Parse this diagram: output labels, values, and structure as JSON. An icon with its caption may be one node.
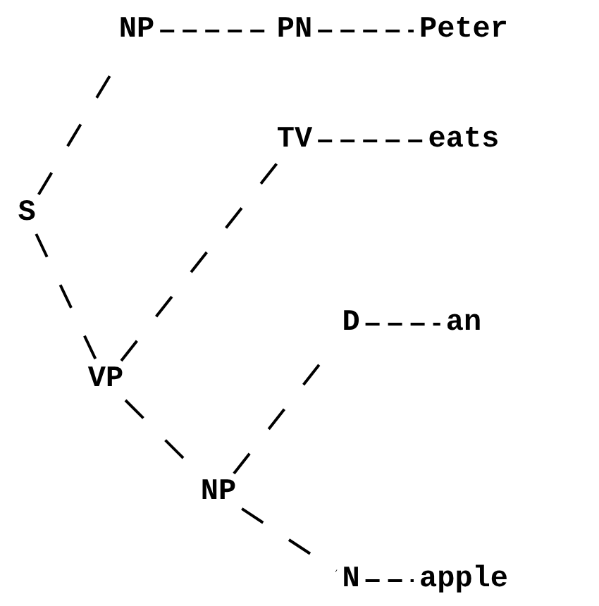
{
  "diagram": {
    "nodes": [
      {
        "text": [
          "S"
        ]
      },
      {
        "text": [
          "NP"
        ]
      },
      {
        "text": [
          "PN"
        ]
      },
      {
        "text": [
          "Peter"
        ]
      },
      {
        "text": [
          "TV"
        ]
      },
      {
        "text": [
          "eats"
        ]
      },
      {
        "text": [
          "VP"
        ]
      },
      {
        "text": [
          "D"
        ]
      },
      {
        "text": [
          "an"
        ]
      },
      {
        "text": [
          "NP"
        ]
      },
      {
        "text": [
          "N"
        ]
      },
      {
        "text": [
          "apple"
        ]
      }
    ],
    "edges": [
      {
        "from": 0,
        "to": 1,
        "arrow": "none"
      },
      {
        "from": 1,
        "to": 2,
        "arrow": "none"
      },
      {
        "from": 2,
        "to": 3,
        "arrow": "none"
      },
      {
        "from": 4,
        "to": 5,
        "arrow": "none"
      },
      {
        "from": 0,
        "to": 6,
        "arrow": "none"
      },
      {
        "from": 6,
        "to": 4,
        "arrow": "none"
      },
      {
        "from": 7,
        "to": 8,
        "arrow": "none"
      },
      {
        "from": 6,
        "to": 9,
        "arrow": "none"
      },
      {
        "from": 9,
        "to": 7,
        "arrow": "none"
      },
      {
        "from": 9,
        "to": 10,
        "arrow": "none"
      },
      {
        "from": 10,
        "to": 11,
        "arrow": "none"
      }
    ]
  }
}
